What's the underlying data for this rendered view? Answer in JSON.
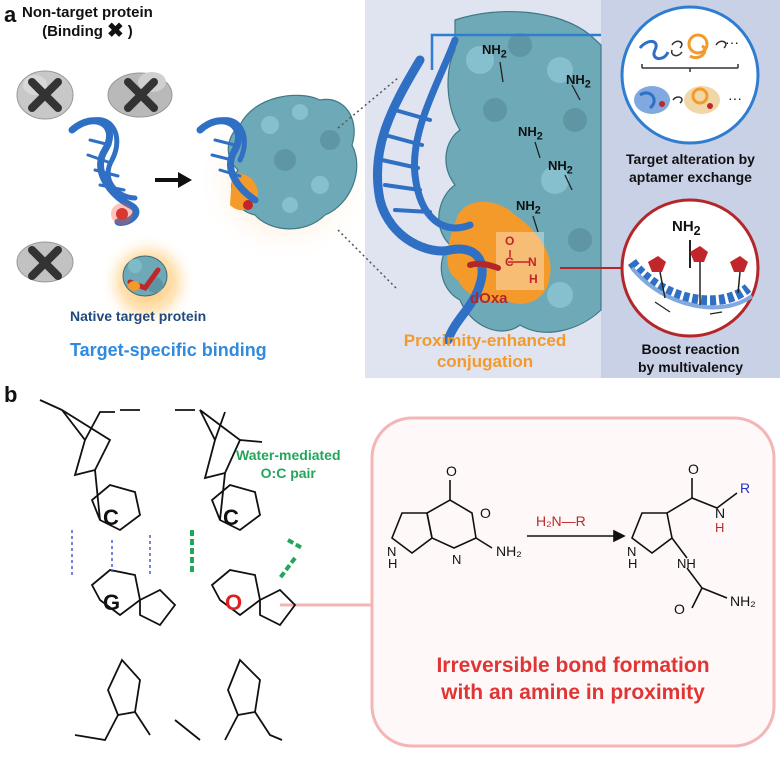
{
  "panel_a": {
    "letter": "a",
    "nontarget": {
      "line1": "Non-target protein",
      "line2_pre": "(Binding",
      "line2_post": ")"
    },
    "native_label": "Native target protein",
    "binding_label": "Target-specific binding",
    "proximity_line1": "Proximity-enhanced",
    "proximity_line2": "conjugation",
    "doxa_label": "dOxa",
    "amine_label": "NH",
    "amide": {
      "c": "C",
      "n": "N",
      "h": "H",
      "o": "O"
    },
    "alteration_line1": "Target alteration by",
    "alteration_line2": "aptamer exchange",
    "boost_line1": "Boost reaction",
    "boost_line2": "by multivalency",
    "ellipsis": "···"
  },
  "panel_b": {
    "letter": "b",
    "base_c1": "C",
    "base_c2": "C",
    "base_g": "G",
    "base_o": "O",
    "water_line1": "Water-mediated",
    "water_line2": "O:C pair",
    "reagent": "H₂N—R",
    "product_r": "R",
    "irreversible_line1": "Irreversible bond formation",
    "irreversible_line2": "with an amine in proximity"
  },
  "colors": {
    "aptamer_blue": "#2f6fc4",
    "protein_teal": "#6ea9b8",
    "orange": "#f39a2a",
    "dark_red": "#b3262a",
    "green": "#23a65a",
    "pink_border": "#f0a8a8",
    "pink_fill": "#fff5f5"
  }
}
